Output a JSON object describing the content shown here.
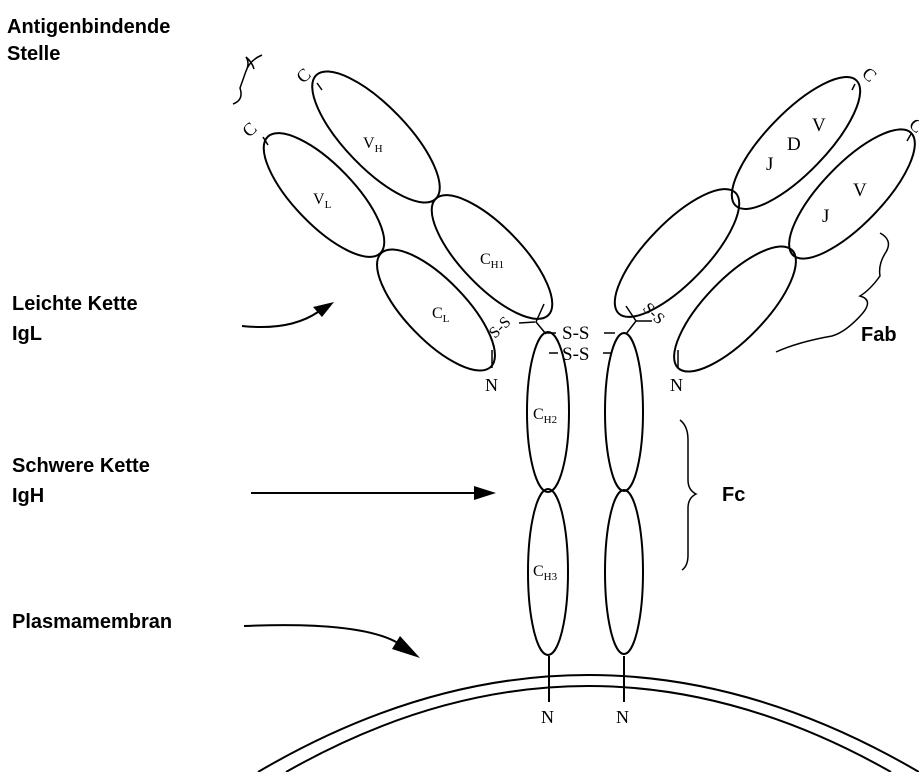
{
  "labels": {
    "antigen_line1": "Antigenbindende",
    "antigen_line2": "Stelle",
    "light_line1": "Leichte Kette",
    "light_line2": "IgL",
    "heavy_line1": "Schwere Kette",
    "heavy_line2": "IgH",
    "membrane": "Plasmamembran",
    "fab": "Fab",
    "fc": "Fc"
  },
  "domains": {
    "vh": {
      "main": "V",
      "sub": "H"
    },
    "vl": {
      "main": "V",
      "sub": "L"
    },
    "ch1": {
      "main": "C",
      "sub": "H1"
    },
    "cl": {
      "main": "C",
      "sub": "L"
    },
    "ch2": {
      "main": "C",
      "sub": "H2"
    },
    "ch3": {
      "main": "C",
      "sub": "H3"
    },
    "right_heavy_v": "V",
    "right_heavy_d": "D",
    "right_heavy_j": "J",
    "right_light_v": "V",
    "right_light_j": "J"
  },
  "bonds": {
    "left": "S-S",
    "right": "S-S",
    "hinge_top": "S-S",
    "hinge_bottom": "S-S"
  },
  "termini": {
    "c": "C",
    "n": "N"
  }
}
